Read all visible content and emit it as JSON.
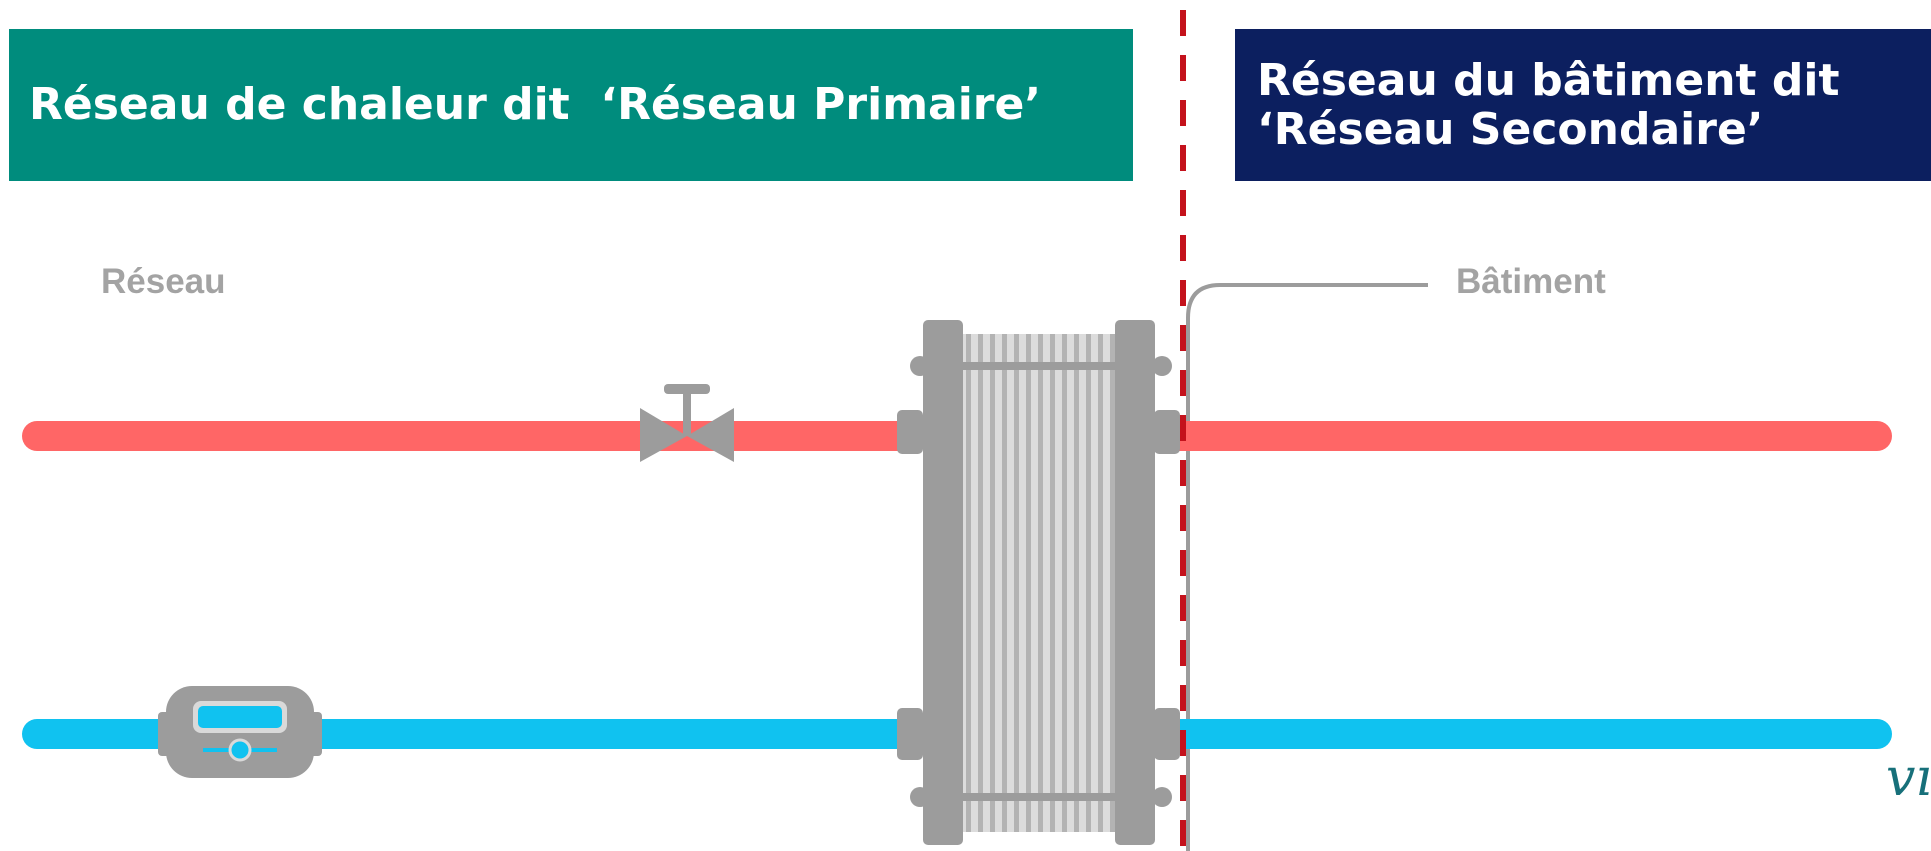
{
  "colors": {
    "primary_banner": "#008c7d",
    "secondary_banner": "#0c1f5f",
    "hot_pipe": "#ff6666",
    "cold_pipe": "#10c2f0",
    "equipment": "#9c9c9c",
    "boundary_line": "#c4121c",
    "label_text": "#a3a3a3"
  },
  "banners": {
    "primary": {
      "text": "Réseau de chaleur dit  ‘Réseau Primaire’"
    },
    "secondary": {
      "line1": "Réseau du bâtiment dit",
      "line2": "‘Réseau Secondaire’"
    }
  },
  "labels": {
    "network": "Réseau",
    "building": "Bâtiment"
  },
  "icons": [
    "valve-icon",
    "heat-meter-icon",
    "plate-heat-exchanger-icon"
  ],
  "signature": "vı"
}
